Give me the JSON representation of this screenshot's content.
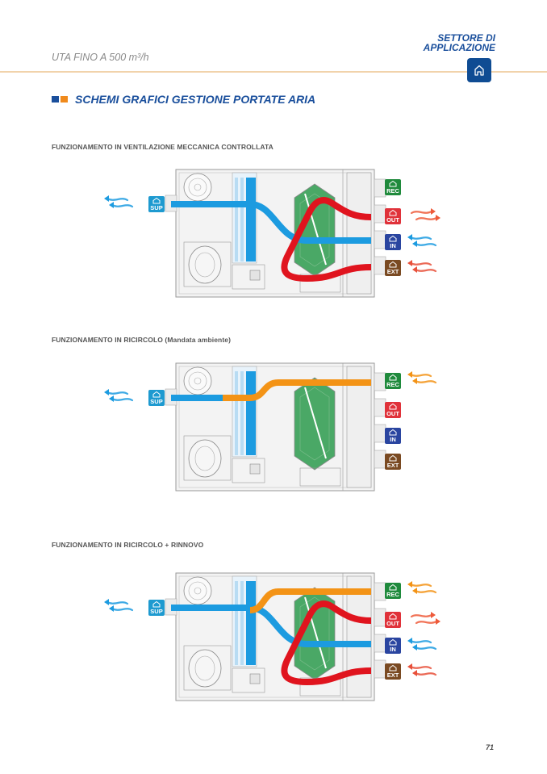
{
  "header": {
    "subtitle": "UTA FINO A 500 m³/h",
    "sector_line1": "SETTORE DI",
    "sector_line2": "APPLICAZIONE",
    "sector_icon": "home-icon"
  },
  "section": {
    "title": "SCHEMI GRAFICI GESTIONE PORTATE ARIA",
    "bullet_colors": [
      "#1a4f9c",
      "#f08a1c"
    ]
  },
  "colors": {
    "supply_blue": "#1c9be0",
    "exhaust_red": "#e0141e",
    "recirc_orange": "#f39316",
    "heat_exchanger_green": "#4aa866",
    "rec_badge": "#1f8a3c",
    "out_badge": "#e0323a",
    "in_badge": "#2a45a0",
    "ext_badge": "#7a4a22",
    "sup_badge": "#1e9ad0",
    "header_blue": "#0f4c93",
    "header_rule": "#f1d3ab"
  },
  "labels": {
    "sup": "SUP",
    "rec": "REC",
    "out": "OUT",
    "in": "IN",
    "ext": "EXT"
  },
  "diagrams": [
    {
      "caption": "FUNZIONAMENTO IN VENTILAZIONE MECCANICA CONTROLLATA",
      "mode": "ventilation",
      "flows": [
        "SUP ← IN (blue)",
        "OUT ← EXT (red)"
      ],
      "arrows": {
        "sup": "out-left-blue",
        "rec": "none",
        "out": "out-right-red",
        "in": "in-left-blue",
        "ext": "in-left-red"
      }
    },
    {
      "caption": "FUNZIONAMENTO IN RICIRCOLO (Mandata ambiente)",
      "mode": "recirculation",
      "flows": [
        "SUP ← REC (orange)"
      ],
      "arrows": {
        "sup": "out-left-blue",
        "rec": "in-left-orange",
        "out": "none",
        "in": "none",
        "ext": "none"
      }
    },
    {
      "caption": "FUNZIONAMENTO IN RICIRCOLO + RINNOVO",
      "mode": "recirculation-renewal",
      "flows": [
        "SUP ← REC (orange)",
        "SUP ← IN (blue)",
        "OUT ← EXT (red)"
      ],
      "arrows": {
        "sup": "out-left-blue",
        "rec": "in-left-orange",
        "out": "out-right-red",
        "in": "in-left-blue",
        "ext": "in-left-red"
      }
    }
  ],
  "page_number": "71"
}
